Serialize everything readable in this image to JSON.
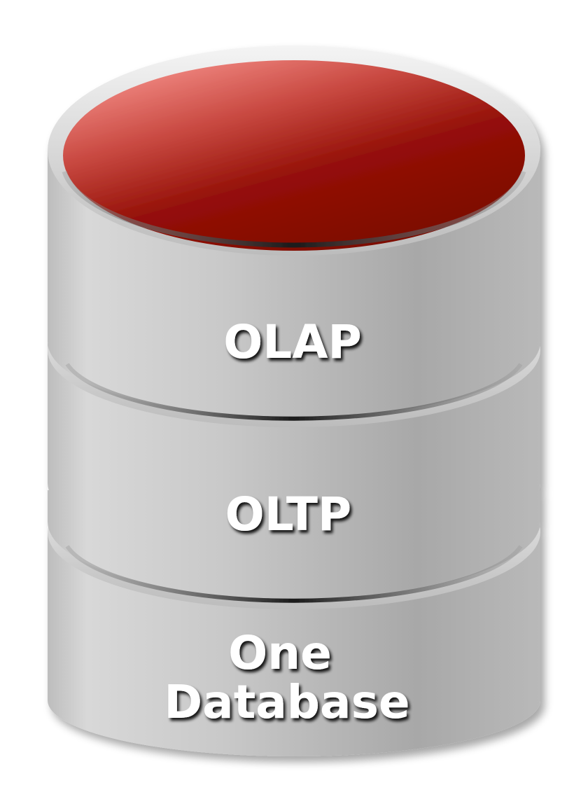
{
  "layers": [
    {
      "id": "olap",
      "label": "OLAP"
    },
    {
      "id": "oltp",
      "label": "OLTP"
    },
    {
      "id": "database",
      "label_lines": [
        "One",
        "Database"
      ]
    }
  ],
  "colors": {
    "top_red_light": "#ef7a72",
    "top_red_dark": "#7f0a02",
    "body_gray_light": "#dadada",
    "body_gray_dark": "#9a9a9a",
    "label_text": "#ffffff"
  }
}
